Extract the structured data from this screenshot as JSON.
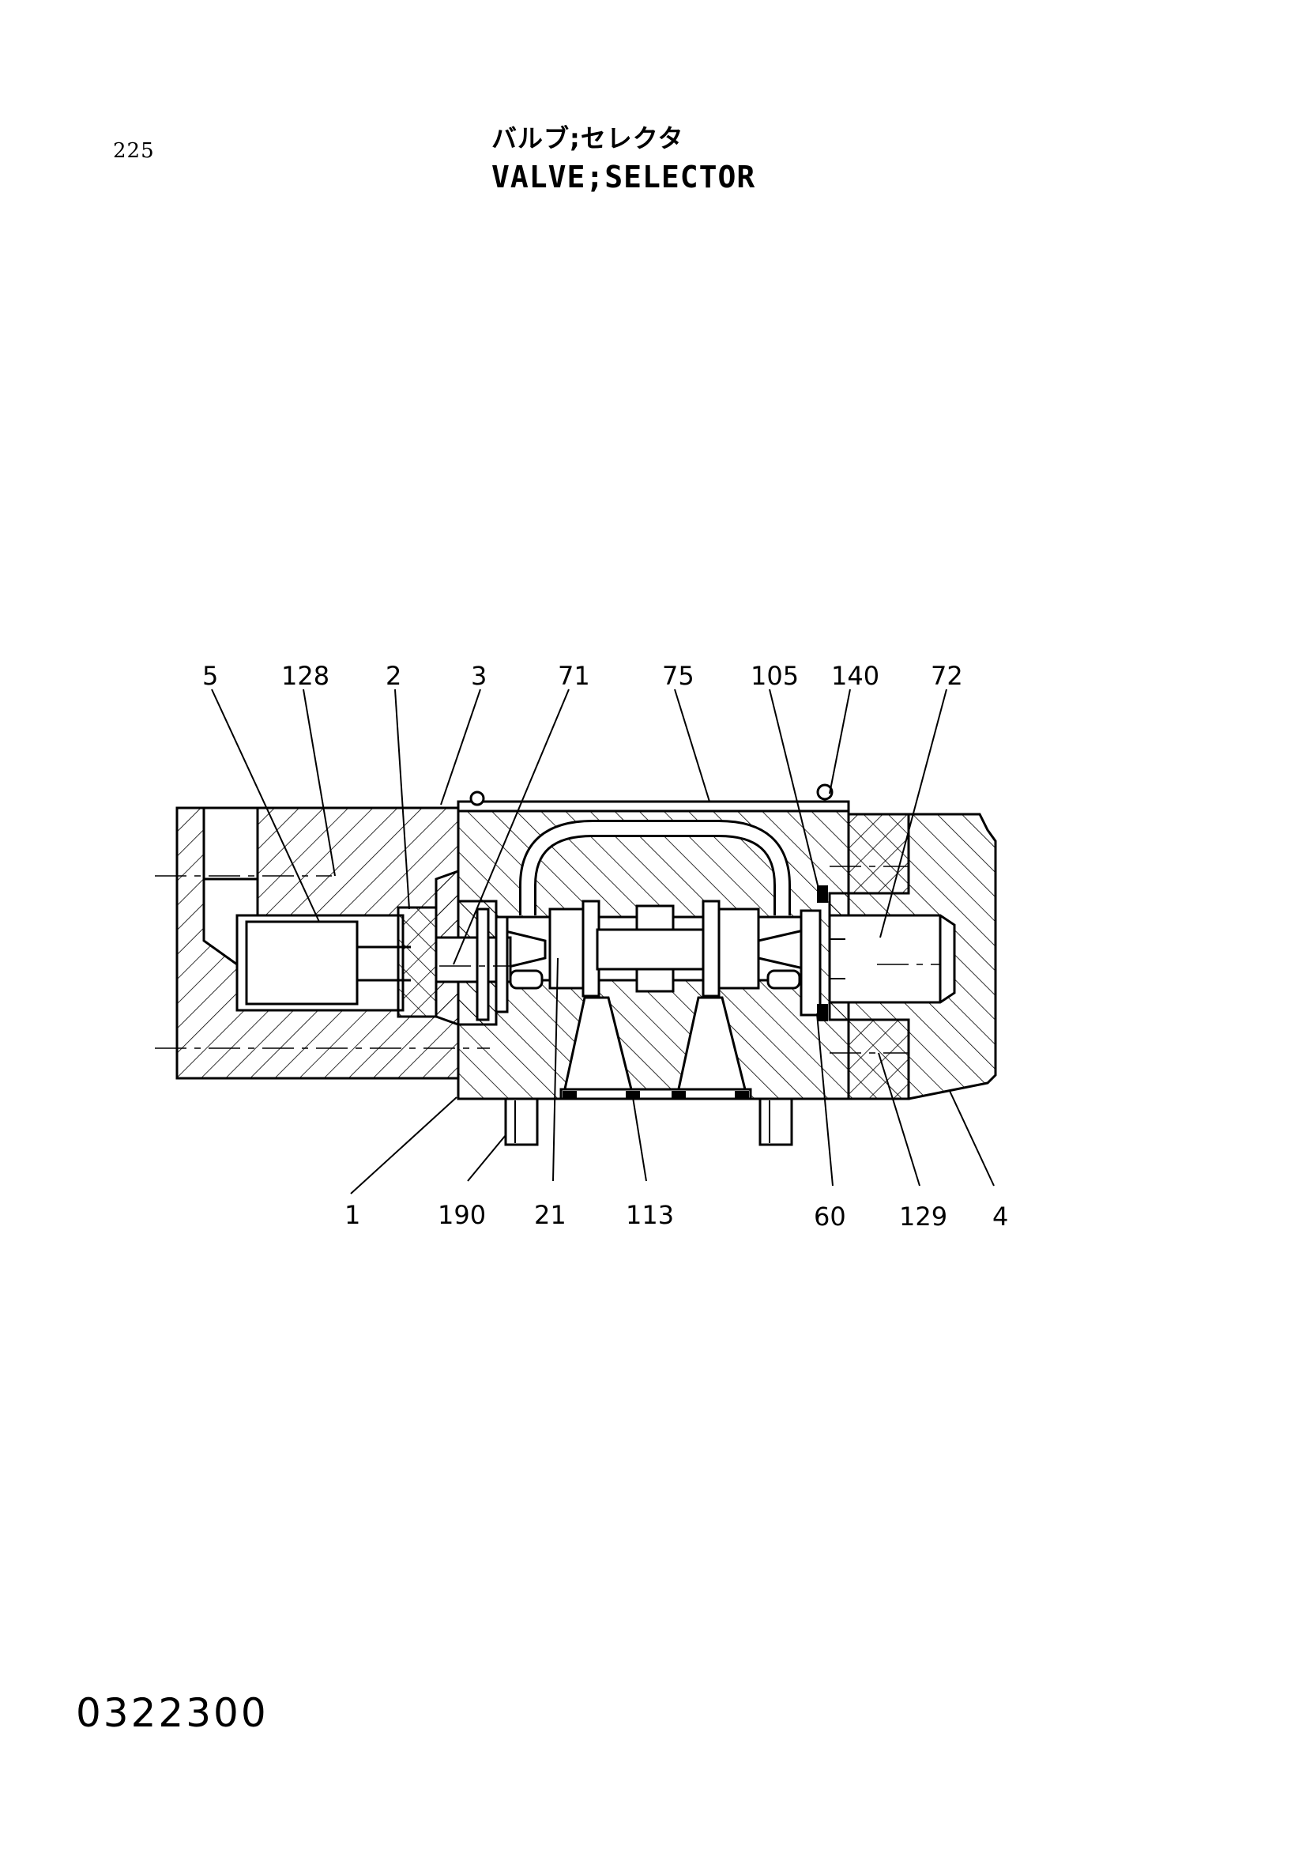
{
  "header": {
    "page_number": "225",
    "title_jp": "バルブ;セレクタ",
    "title_en": "VALVE;SELECTOR"
  },
  "footer": {
    "drawing_number": "0322300"
  },
  "callouts_top": [
    "5",
    "128",
    "2",
    "3",
    "71",
    "75",
    "105",
    "140",
    "72"
  ],
  "callouts_bottom": [
    "1",
    "190",
    "21",
    "113",
    "60",
    "129",
    "4"
  ]
}
